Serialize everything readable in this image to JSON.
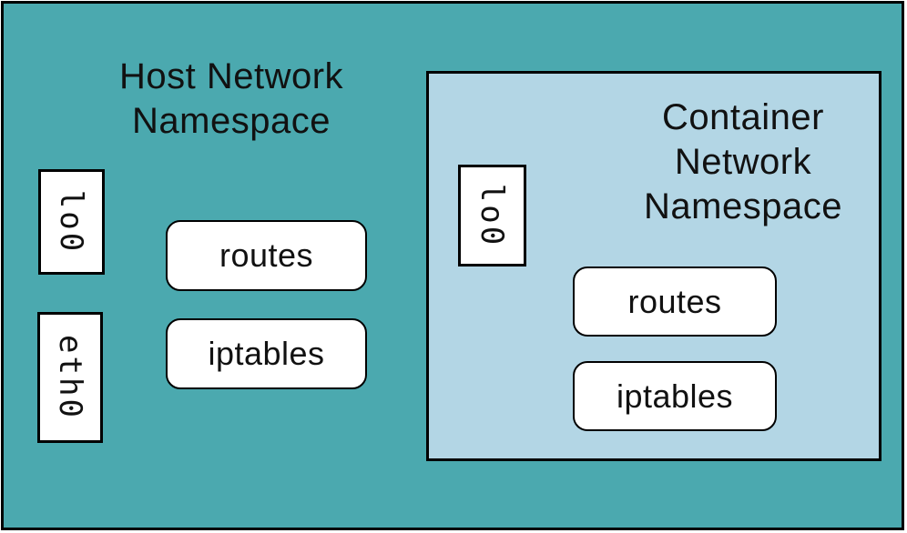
{
  "colors": {
    "canvas_bg": "#4BA9AF",
    "container_bg": "#B3D6E5",
    "box_bg": "#FFFFFF",
    "border": "#000000"
  },
  "host_namespace": {
    "title_lines": [
      "Host Network",
      "Namespace"
    ],
    "interfaces": [
      {
        "label": "lo0"
      },
      {
        "label": "eth0"
      }
    ],
    "components": [
      {
        "label": "routes"
      },
      {
        "label": "iptables"
      }
    ]
  },
  "container_namespace": {
    "title_lines": [
      "Container",
      "Network",
      "Namespace"
    ],
    "interfaces": [
      {
        "label": "lo0"
      }
    ],
    "components": [
      {
        "label": "routes"
      },
      {
        "label": "iptables"
      }
    ]
  }
}
